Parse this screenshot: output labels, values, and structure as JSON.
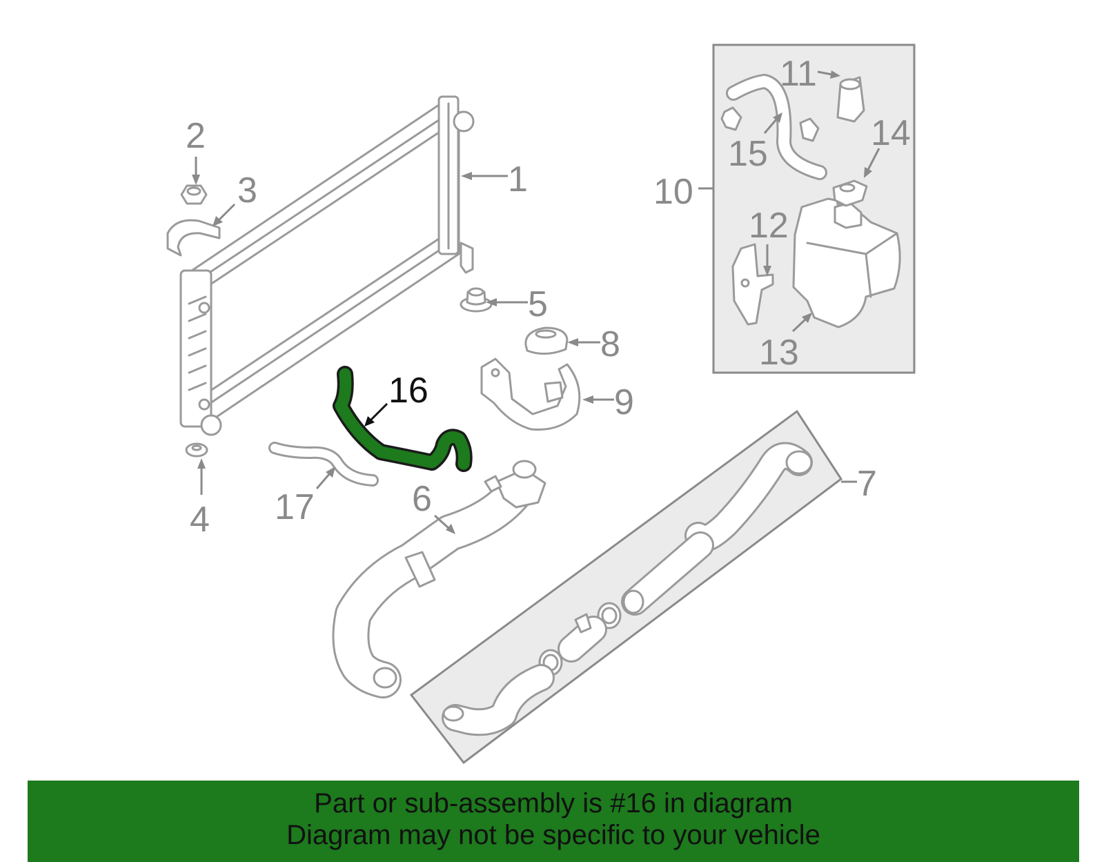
{
  "diagram": {
    "callouts": {
      "c1": "1",
      "c2": "2",
      "c3": "3",
      "c4": "4",
      "c5": "5",
      "c6": "6",
      "c7": "7",
      "c8": "8",
      "c9": "9",
      "c10": "10",
      "c11": "11",
      "c12": "12",
      "c13": "13",
      "c14": "14",
      "c15": "15",
      "c16": "16",
      "c17": "17"
    },
    "highlighted_part": "16",
    "colors": {
      "highlight": "#1d7a1d",
      "part_outline": "#9a9a9a",
      "label": "#8a8a8a",
      "banner": "#1d7a1d"
    }
  },
  "banner": {
    "line1": "Part or sub-assembly is #16 in diagram",
    "line2": "Diagram may not be specific to your vehicle"
  }
}
